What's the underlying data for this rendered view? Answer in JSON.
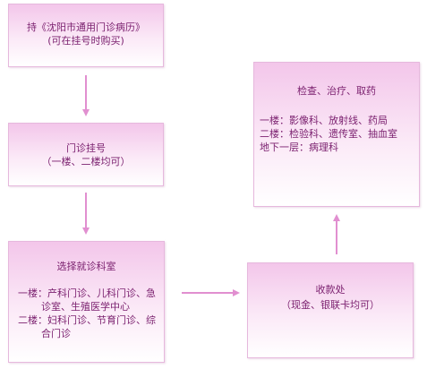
{
  "colors": {
    "text": "#7a1f6e",
    "box_top": "#f3c6ea",
    "box_border": "#e6b8dd",
    "arrow": "#e18fd0"
  },
  "boxes": {
    "start": {
      "line1": "持《沈阳市通用门诊病历》",
      "line2": "(可在挂号时购买)"
    },
    "register": {
      "line1": "门诊挂号",
      "line2": "（一楼、二楼均可）"
    },
    "department": {
      "title": "选择就诊科室",
      "floor1_a": "一楼：产科门诊、儿科门诊、急",
      "floor1_b": "诊室、生殖医学中心",
      "floor2_a": "二楼：妇科门诊、节育门诊、综",
      "floor2_b": "合门诊"
    },
    "cashier": {
      "line1": "收款处",
      "line2": "（现金、银联卡均可）"
    },
    "exam": {
      "title": "检查、治疗、取药",
      "floor1": "一楼：影像科、放射线、药局",
      "floor2": "二楼：检验科、遗传室、抽血室",
      "basement": "地下一层：病理科"
    }
  }
}
